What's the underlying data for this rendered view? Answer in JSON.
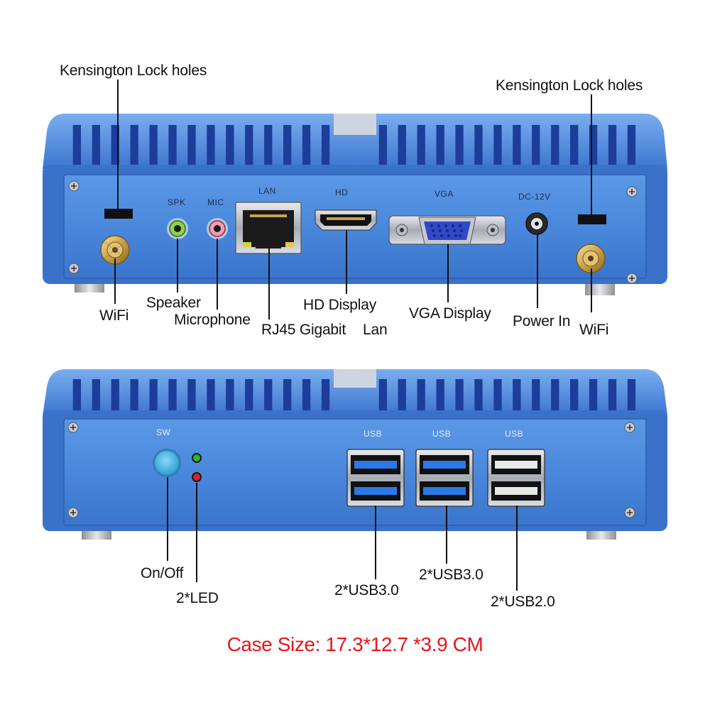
{
  "colors": {
    "case_blue": "#3b78d4",
    "case_blue_light": "#6fa4ee",
    "case_blue_dark": "#1f3f96",
    "panel_blue": "#4f8de2",
    "accent_red": "#e8141b",
    "led_green": "#1fa02e",
    "led_red": "#cc1f1f",
    "power_button": "#4fb8e6",
    "usb3_insert": "#1f6fe0"
  },
  "rear_panel": {
    "port_labels": {
      "spk": "SPK",
      "mic": "MIC",
      "lan": "LAN",
      "hd": "HD",
      "vga": "VGA",
      "dc": "DC-12V"
    },
    "callouts": {
      "lock_left": "Kensington Lock holes",
      "lock_right": "Kensington Lock holes",
      "wifi_left": "WiFi",
      "speaker": "Speaker",
      "microphone": "Microphone",
      "rj45": "RJ45 Gigabit",
      "lan": "Lan",
      "hd_display": "HD Display",
      "vga_display": "VGA Display",
      "power_in": "Power In",
      "wifi_right": "WiFi"
    }
  },
  "front_panel": {
    "port_labels": {
      "sw": "SW",
      "usb_1": "USB",
      "usb_2": "USB",
      "usb_3": "USB"
    },
    "callouts": {
      "on_off": "On/Off",
      "led": "2*LED",
      "usb3_a": "2*USB3.0",
      "usb3_b": "2*USB3.0",
      "usb2": "2*USB2.0"
    }
  },
  "case_size": "Case Size: 17.3*12.7 *3.9 CM",
  "icons": [
    "wifi-antenna-connector-icon",
    "audio-jack-icon",
    "rj45-port-icon",
    "hdmi-port-icon",
    "vga-port-icon",
    "dc-jack-icon",
    "usb-port-icon",
    "power-button-icon",
    "led-icon",
    "kensington-slot-icon",
    "screw-icon"
  ]
}
